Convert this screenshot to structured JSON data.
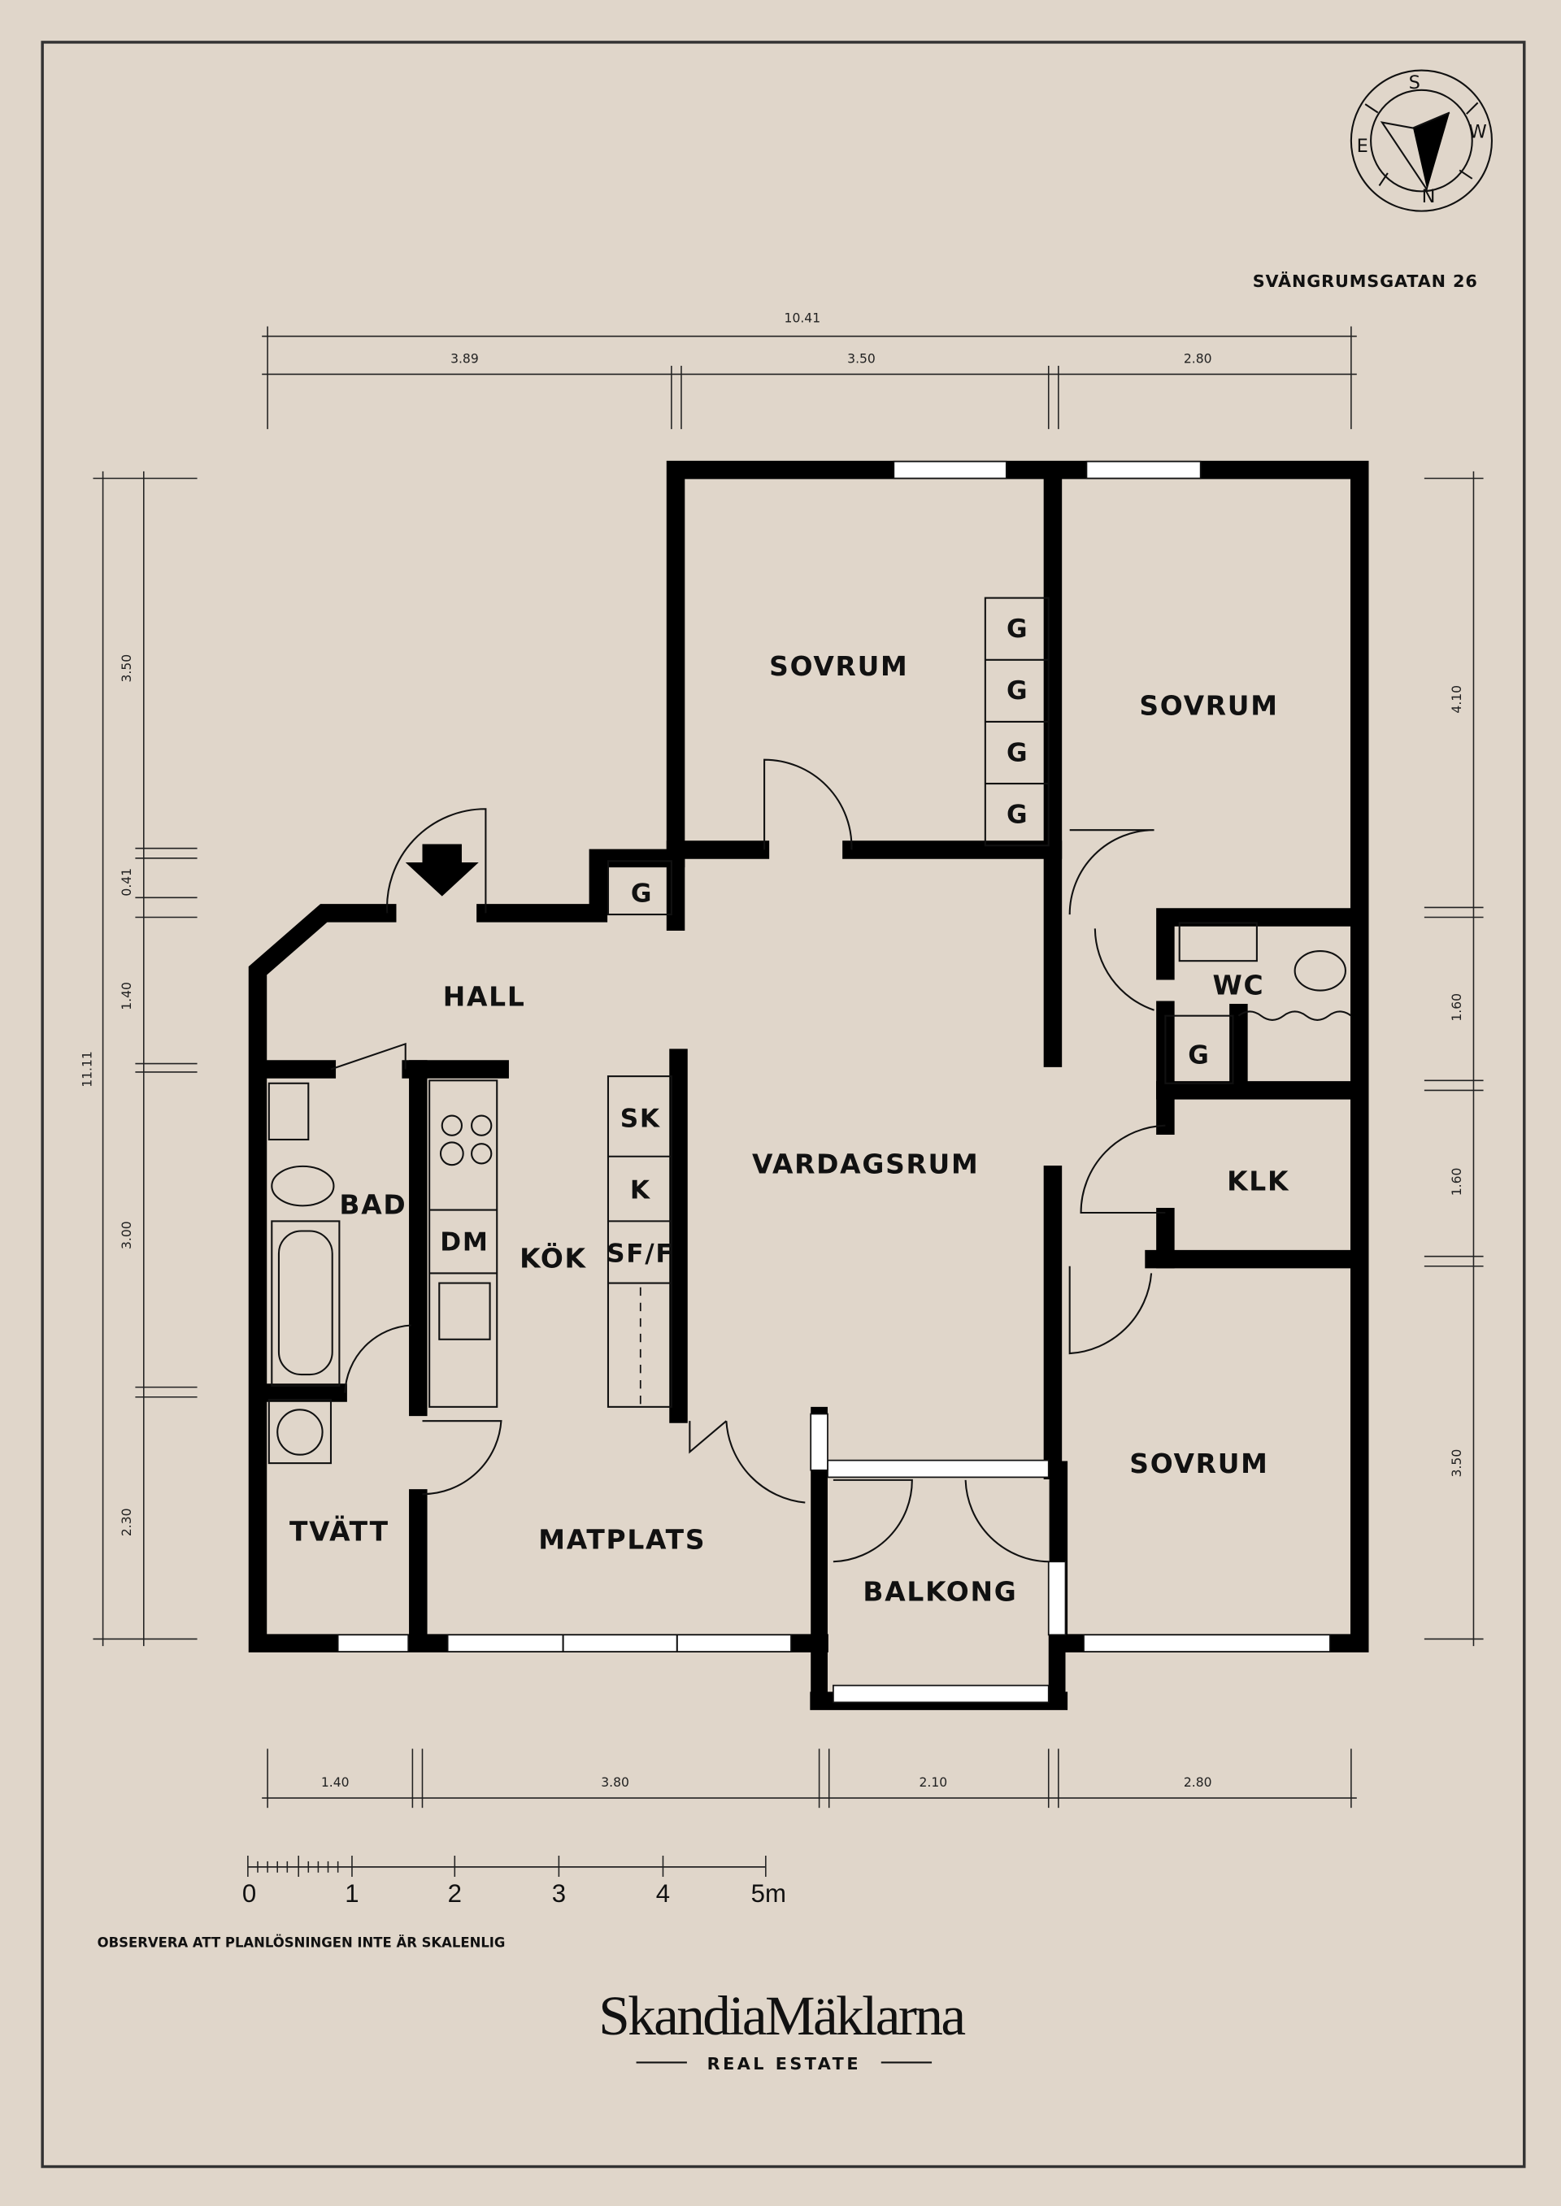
{
  "address": "SVÄNGRUMSGATAN 26",
  "compass": {
    "s": "S",
    "w": "W",
    "e": "E",
    "n": "N"
  },
  "rooms": {
    "sovrum_1": "SOVRUM",
    "sovrum_2": "SOVRUM",
    "sovrum_3": "SOVRUM",
    "hall": "HALL",
    "vardagsrum": "VARDAGSRUM",
    "wc": "WC",
    "klk": "KLK",
    "bad": "BAD",
    "kok": "KÖK",
    "dm": "DM",
    "sk": "SK",
    "k": "K",
    "sff": "SF/F",
    "tvatt": "TVÄTT",
    "matplats": "MATPLATS",
    "balkong": "BALKONG",
    "g": "G"
  },
  "dimensions": {
    "top": {
      "total": "10.41",
      "a": "3.89",
      "b": "3.50",
      "c": "2.80"
    },
    "left": {
      "total": "11.11",
      "a": "3.50",
      "b": "0.41",
      "c": "1.40",
      "d": "3.00",
      "e": "2.30"
    },
    "right": {
      "a": "4.10",
      "b": "1.60",
      "c": "1.60",
      "d": "3.50"
    },
    "bottom": {
      "a": "1.40",
      "b": "3.80",
      "c": "2.10",
      "d": "2.80"
    }
  },
  "scale_bar": {
    "labels": [
      "0",
      "1",
      "2",
      "3",
      "4",
      "5m"
    ]
  },
  "disclaimer": "OBSERVERA ATT PLANLÖSNINGEN INTE ÄR SKALENLIG",
  "brand": {
    "name": "SkandiaMäklarna",
    "tagline": "REAL ESTATE"
  },
  "colors": {
    "background": "#e0d6ca",
    "walls": "#000000"
  }
}
